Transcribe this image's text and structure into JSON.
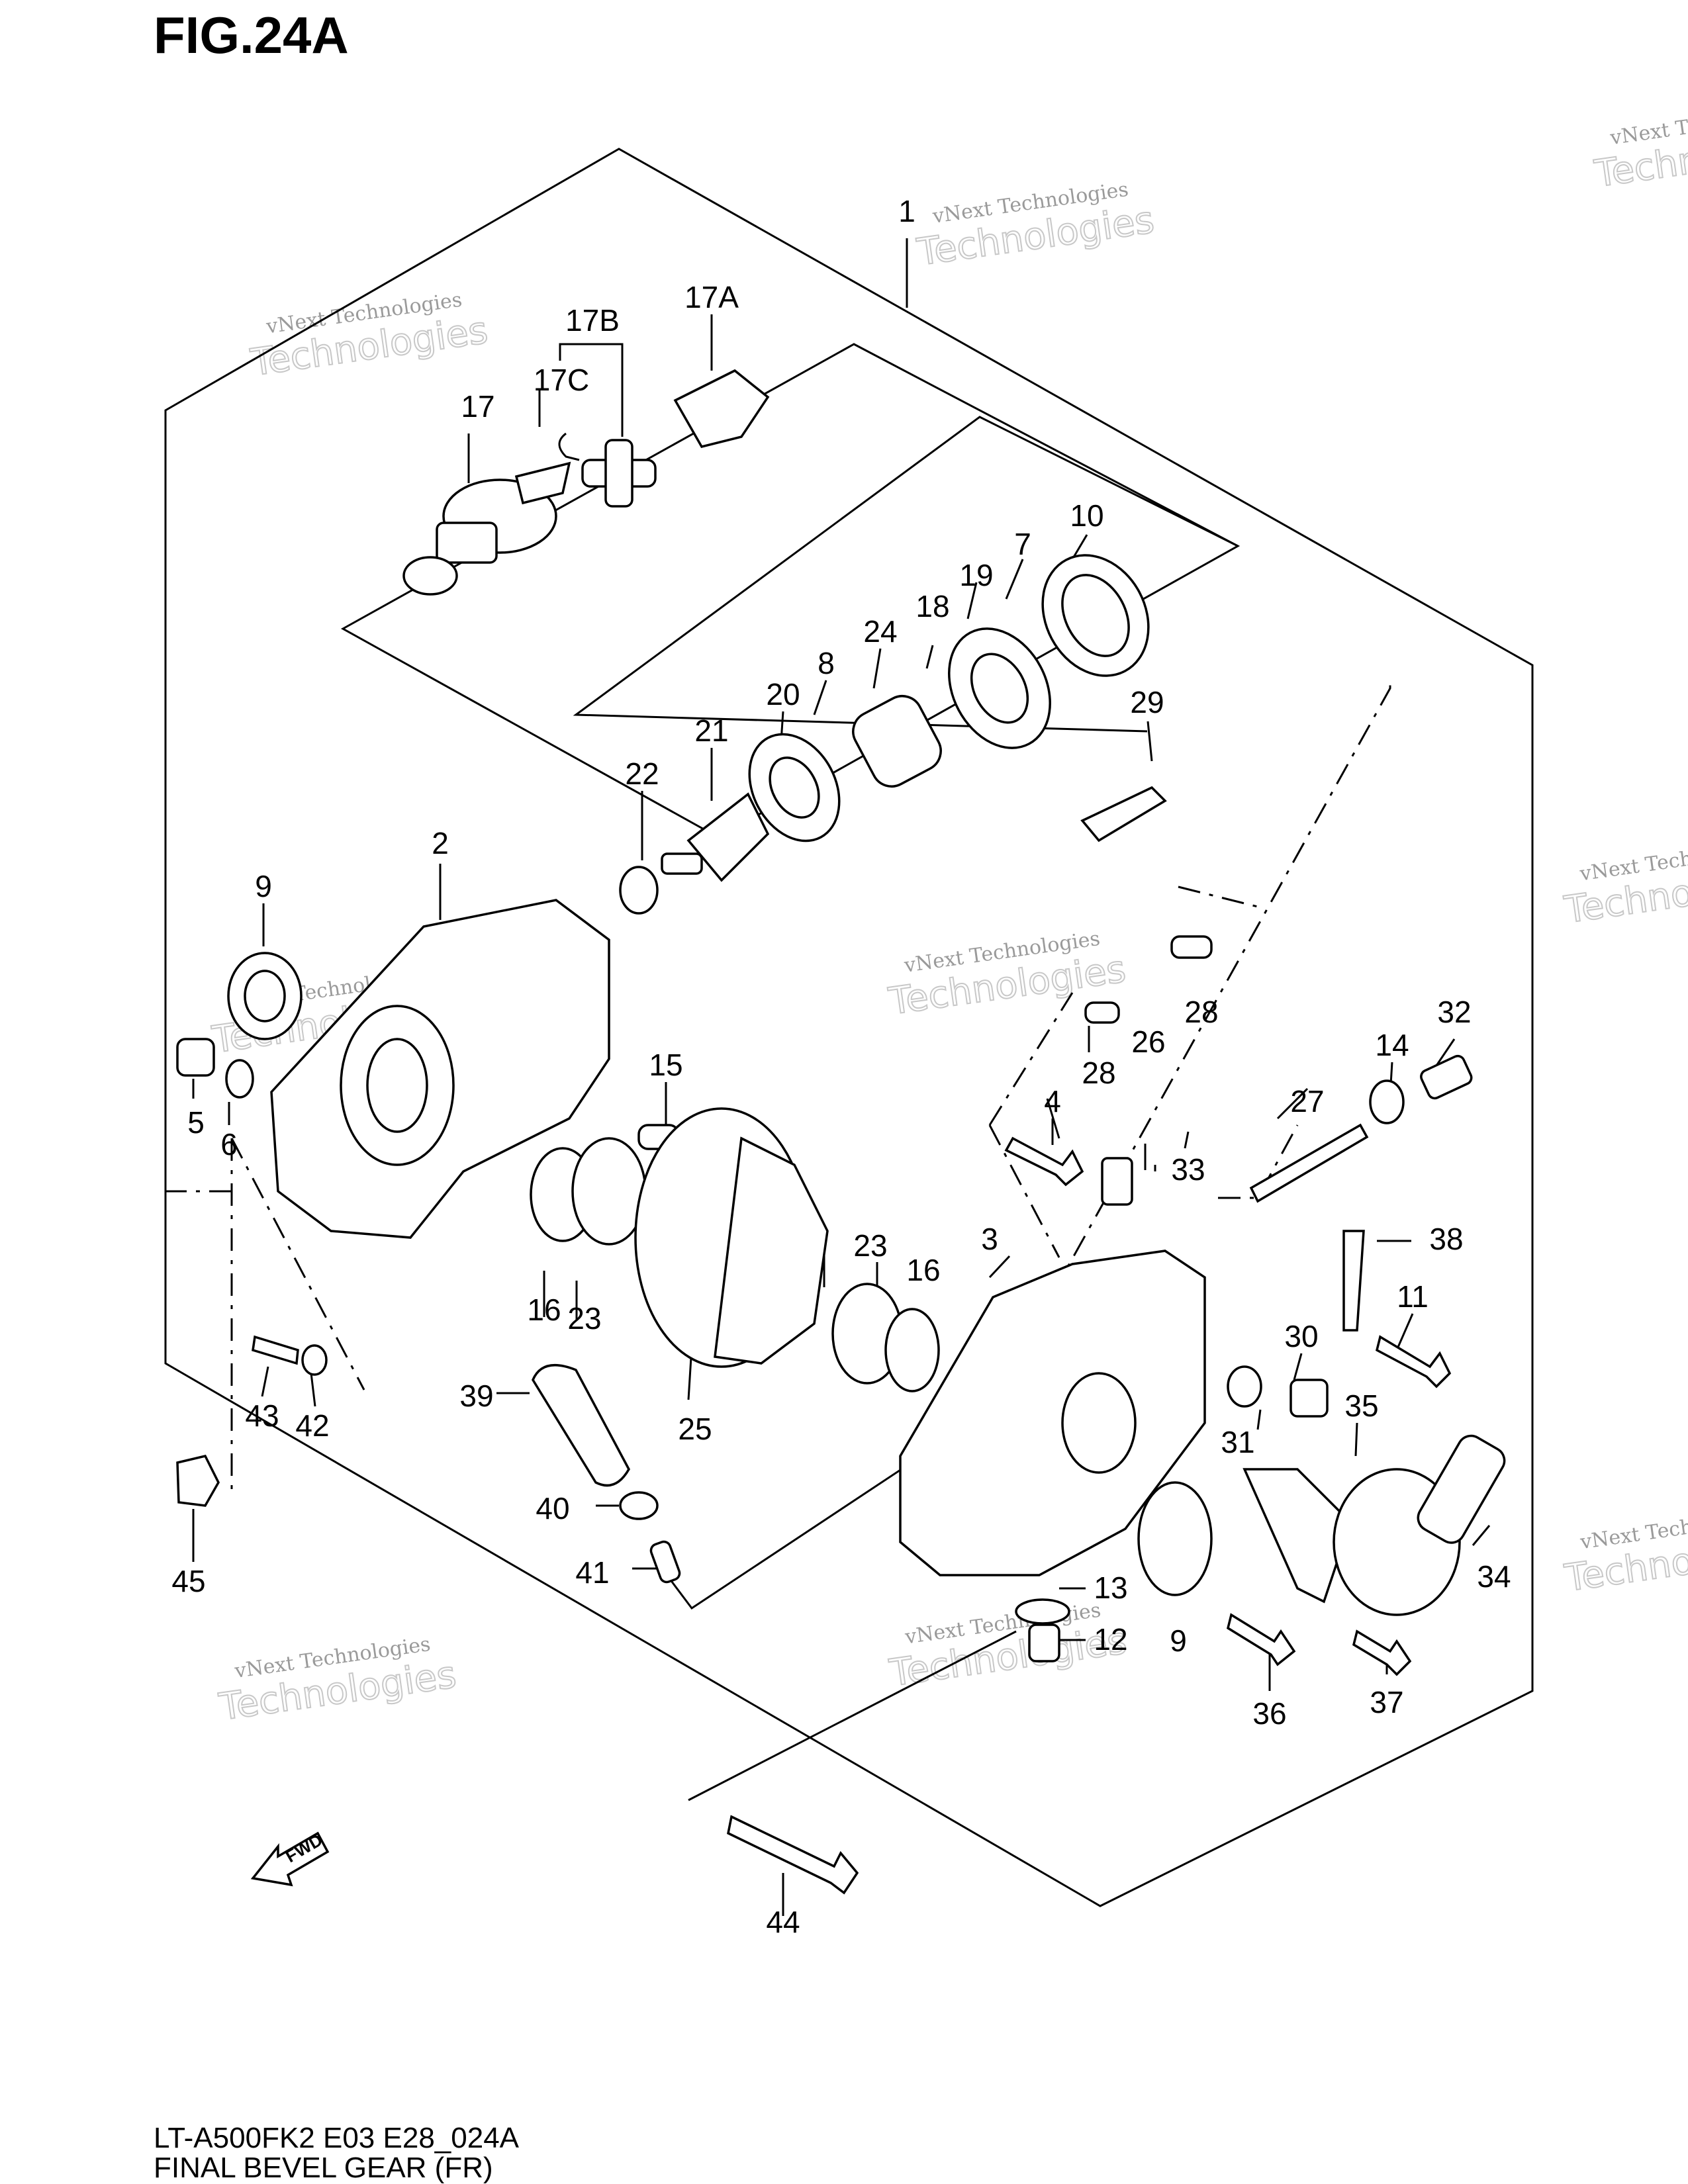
{
  "figure": {
    "title": "FIG.24A",
    "model_code": "LT-A500FK2 E03 E28_024A",
    "caption": "FINAL BEVEL GEAR (FR)"
  },
  "watermark": {
    "line1": "vNext Technologies",
    "line2": "Technologies"
  },
  "direction_badge": {
    "label": "FWD",
    "icon": "forward-arrow-icon"
  },
  "callouts": [
    "1",
    "2",
    "3",
    "4",
    "5",
    "6",
    "7",
    "8",
    "9",
    "9",
    "10",
    "11",
    "12",
    "13",
    "14",
    "15",
    "16",
    "16",
    "17",
    "17A",
    "17B",
    "17C",
    "18",
    "19",
    "20",
    "21",
    "22",
    "23",
    "23",
    "24",
    "25",
    "26",
    "27",
    "28",
    "28",
    "29",
    "30",
    "31",
    "32",
    "33",
    "34",
    "35",
    "36",
    "37",
    "38",
    "39",
    "40",
    "41",
    "42",
    "43",
    "44",
    "45"
  ]
}
